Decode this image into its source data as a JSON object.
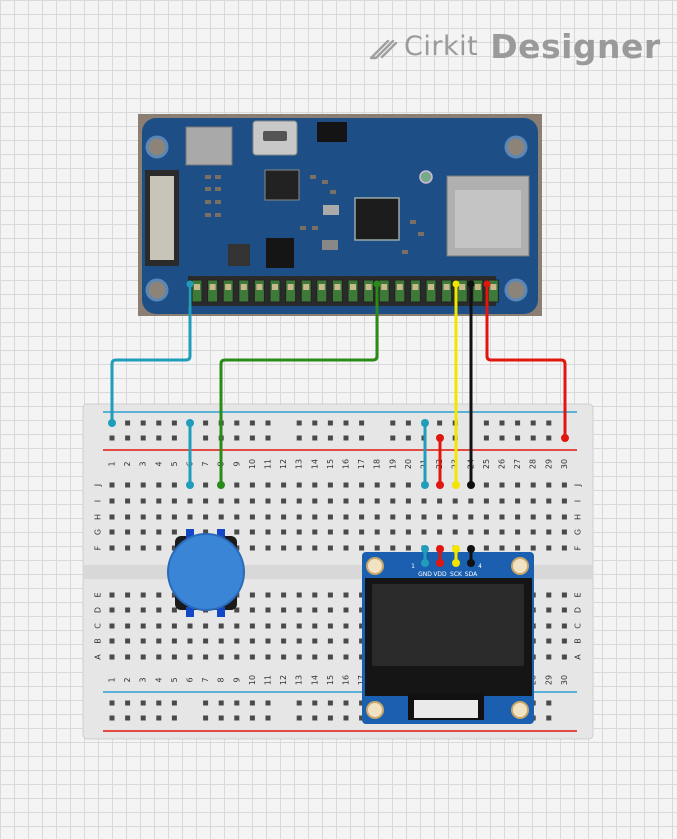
{
  "watermark": {
    "brand_light": "Cirkit",
    "brand_bold": "Designer",
    "icon": "pencil-logo-icon"
  },
  "breadboard": {
    "column_numbers": [
      "1",
      "2",
      "3",
      "4",
      "5",
      "6",
      "7",
      "8",
      "9",
      "10",
      "11",
      "12",
      "13",
      "14",
      "15",
      "16",
      "17",
      "18",
      "19",
      "20",
      "21",
      "22",
      "23",
      "24",
      "25",
      "26",
      "27",
      "28",
      "29",
      "30"
    ],
    "row_letters_top": [
      "J",
      "I",
      "H",
      "G",
      "F"
    ],
    "row_letters_bottom": [
      "E",
      "D",
      "C",
      "B",
      "A"
    ]
  },
  "oled": {
    "pin_labels": [
      "GND",
      "VDD",
      "SCK",
      "SDA"
    ],
    "pin_index_left": "1",
    "pin_index_right": "4"
  },
  "colors": {
    "wire_teal": "#1f9dba",
    "wire_green": "#2a8a1a",
    "wire_yellow": "#f2e600",
    "wire_black": "#111111",
    "wire_red": "#e0160f",
    "rail_blue": "#2e9fd0",
    "rail_red": "#e0160f",
    "pcb_blue": "#1d4f86",
    "oled_blue": "#1a5fb0",
    "button_blue": "#3a85d6"
  }
}
